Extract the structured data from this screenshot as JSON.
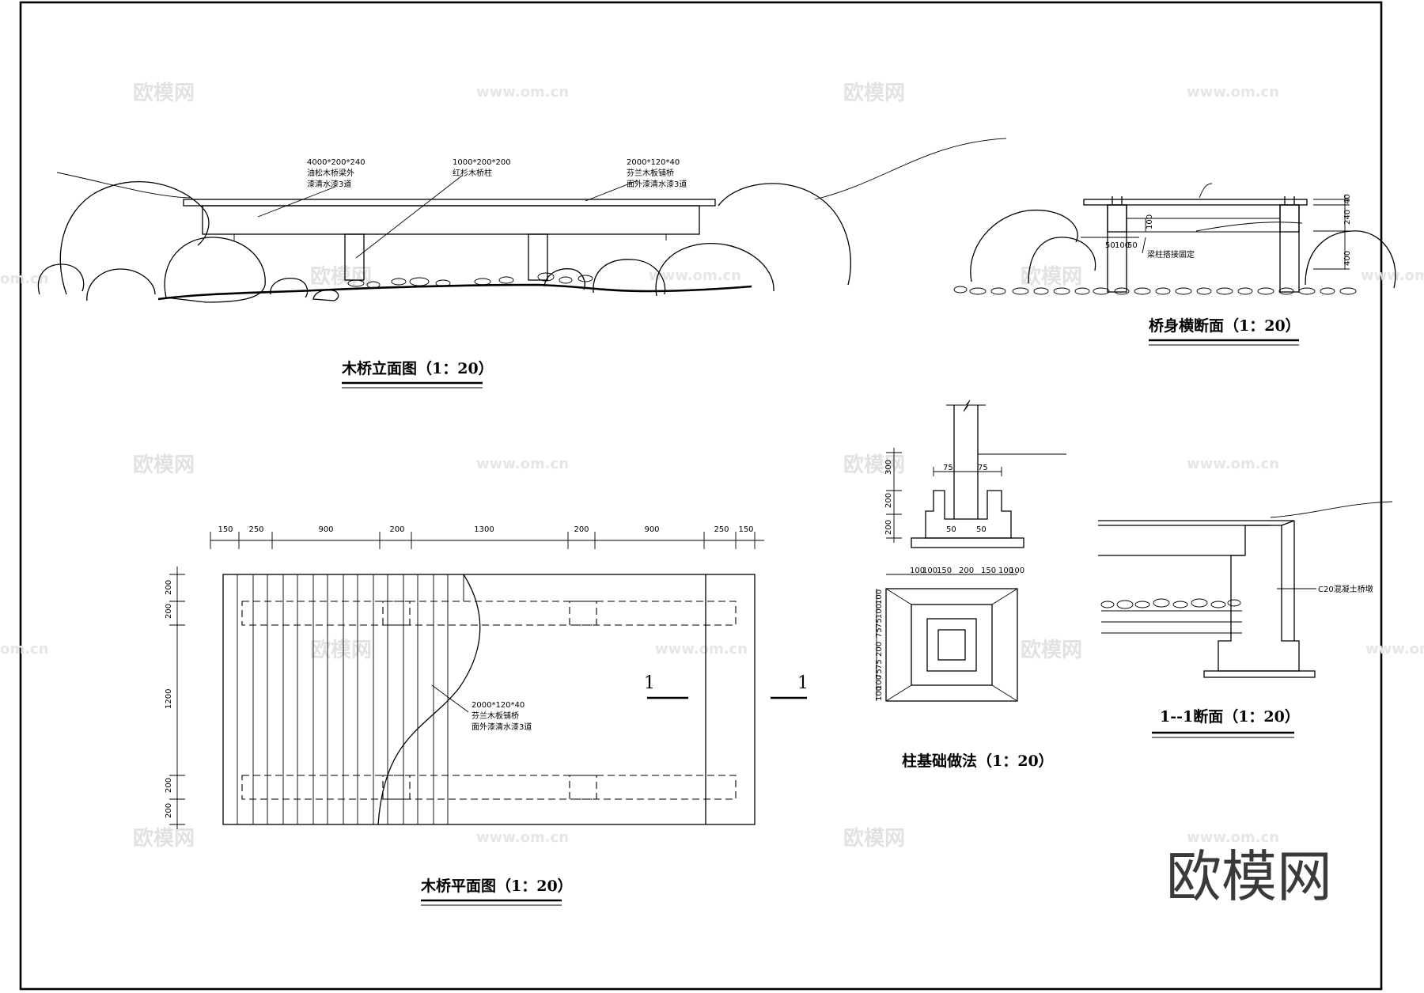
{
  "watermark": {
    "brand": "欧模网",
    "url": "www.om.cn",
    "url_partial": "om.cn"
  },
  "elevation": {
    "title": "木桥立面图（1：20）",
    "notes": [
      {
        "l1": "4000*200*240",
        "l2": "油松木桥梁外",
        "l3": "漆清水漆3道"
      },
      {
        "l1": "1000*200*200",
        "l2": "红杉木桥柱",
        "l3": ""
      },
      {
        "l1": "2000*120*40",
        "l2": "芬兰木板铺桥",
        "l3": "面外漆清水漆3道"
      }
    ]
  },
  "cross_section": {
    "title": "桥身横断面（1：20）",
    "note": "梁柱搭接固定",
    "dims": {
      "d1": "50",
      "d2": "100",
      "d3": "50",
      "d4": "100",
      "h1": "40",
      "h2": "240",
      "h3": "400"
    }
  },
  "plan": {
    "title": "木桥平面图（1：20）",
    "top_dims": [
      "150",
      "250",
      "900",
      "200",
      "1300",
      "200",
      "900",
      "250",
      "150"
    ],
    "left_dims": [
      "200",
      "200",
      "1200",
      "200",
      "200"
    ],
    "note": {
      "l1": "2000*120*40",
      "l2": "芬兰木板铺桥",
      "l3": "面外漆清水漆3道"
    },
    "section_mark": "1"
  },
  "foundation": {
    "title": "柱基础做法（1：20）",
    "side_dims": [
      "300",
      "200",
      "200"
    ],
    "top_dims": [
      "75",
      "75"
    ],
    "bottom_dims": [
      "50",
      "50"
    ],
    "plan_top_dims": [
      "100",
      "100",
      "150",
      "200",
      "150",
      "100",
      "100"
    ],
    "plan_side_dims": [
      "100",
      "100",
      "75",
      "75",
      "200",
      "75",
      "75",
      "100",
      "100"
    ]
  },
  "section_1_1": {
    "title": "1--1断面（1：20）",
    "note": "C20混凝土桥墩"
  }
}
